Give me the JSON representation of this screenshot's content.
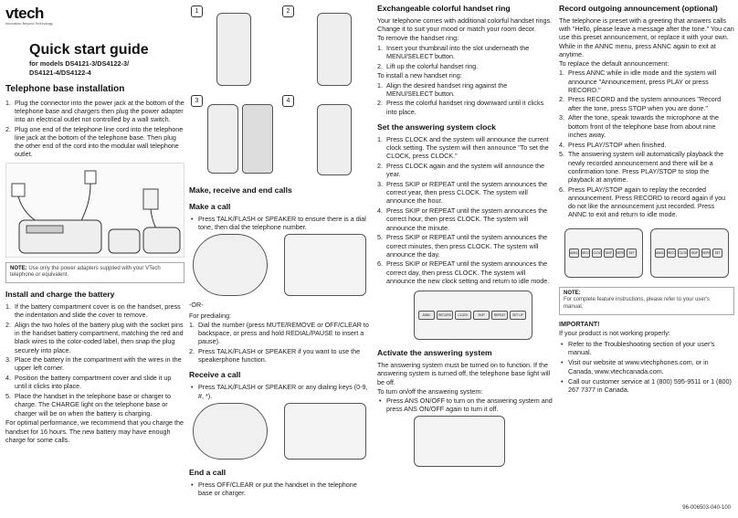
{
  "brand": {
    "logo": "vtech",
    "tagline": "Innovation Beyond Technology"
  },
  "col1": {
    "title": "Quick start guide",
    "models_line1": "for models DS4121-3/DS4122-3/",
    "models_line2": "DS4121-4/DS4122-4",
    "base_heading": "Telephone base installation",
    "base_steps": [
      "Plug the connector into the power jack at the bottom of the telephone base and chargers then plug the power adapter into an electrical outlet not controlled by a wall switch.",
      "Plug one end of the telephone line cord into the telephone line jack at the bottom of the telephone base. Then plug the other end of the cord into the modular wall telephone outlet."
    ],
    "note_label": "NOTE:",
    "note_text": "Use only the power adapters supplied with your VTech telephone or equivalent.",
    "battery_heading": "Install and charge the battery",
    "battery_steps": [
      "If the battery compartment cover is on the handset, press the indentation and slide the cover to remove.",
      "Align the two holes of the battery plug with the socket pins in the handset battery compartment, matching the red and black wires to the color-coded label, then snap the plug securely into place.",
      "Place the battery in the compartment with the wires in the upper left corner.",
      "Position the battery compartment cover and slide it up until it clicks into place.",
      "Place the handset in the telephone base or charger to charge. The CHARGE light on the telephone base or charger will be on when the battery is charging."
    ],
    "battery_footer": "For optimal performance, we recommend that you charge the handset for 16 hours. The new battery may have enough charge for some calls."
  },
  "col2": {
    "step_numbers": [
      "1",
      "2",
      "3",
      "4"
    ],
    "calls_heading": "Make, receive and end calls",
    "make_heading": "Make a call",
    "make_bullet": "Press TALK/FLASH or SPEAKER to ensure there is a dial tone, then dial the telephone number.",
    "or_text": "-OR-",
    "predial_label": "For predialing:",
    "predial_steps": [
      "Dial the number (press MUTE/REMOVE or OFF/CLEAR to backspace, or press and hold REDIAL/PAUSE to insert a pause).",
      "Press TALK/FLASH or SPEAKER if you want to use the speakerphone function."
    ],
    "receive_heading": "Receive a call",
    "receive_bullet": "Press TALK/FLASH or SPEAKER or any dialing keys (0-9, #, *).",
    "end_heading": "End a call",
    "end_bullet": "Press OFF/CLEAR or put the handset in the telephone base or charger."
  },
  "col3": {
    "ring_heading": "Exchangeable colorful handset ring",
    "ring_intro": "Your telephone comes with additional colorful handset rings. Change it to suit your mood or match your room decor.",
    "remove_label": "To remove the handset ring:",
    "remove_steps": [
      "Insert your thumbnail into the slot underneath the MENU/SELECT button.",
      "Lift up the colorful handset ring."
    ],
    "install_label": "To install a new handset ring:",
    "install_steps": [
      "Align the desired handset ring against the MENU/SELECT button.",
      "Press the colorful handset ring downward until it clicks into place."
    ],
    "clock_heading": "Set the answering system clock",
    "clock_steps": [
      "Press CLOCK and the system will announce the current clock setting. The system will then announce \"To set the CLOCK, press CLOCK.\"",
      "Press CLOCK again and the system will announce the year.",
      "Press SKIP or REPEAT until the system announces the correct year, then press CLOCK. The system will announce the hour.",
      "Press SKIP or REPEAT until the system announces the correct hour, then press CLOCK. The system will announce the minute.",
      "Press SKIP or REPEAT until the system announces the correct minutes, then press CLOCK. The system will announce the day.",
      "Press SKIP or REPEAT until the system announces the correct day, then press CLOCK. The system will announce the new clock setting and return to idle mode."
    ],
    "activate_heading": "Activate the answering system",
    "activate_intro": "The answering system must be turned on to function. If the answering system is turned off, the telephone base light will be off.",
    "activate_label": "To turn on/off the answering system:",
    "activate_bullet": "Press ANS ON/OFF to turn on the answering system and press ANS ON/OFF again to turn it off."
  },
  "col4": {
    "record_heading": "Record outgoing announcement (optional)",
    "record_intro": "The telephone is preset with a greeting that answers calls with \"Hello, please leave a message after the tone.\" You can use this preset announcement, or replace it with your own. While in the ANNC menu, press ANNC again to exit at anytime.",
    "replace_label": "To replace the default announcement:",
    "replace_steps": [
      "Press ANNC while in idle mode and the system will announce \"Announcement, press PLAY or press RECORD.\"",
      "Press RECORD and the system announces \"Record after the tone, press STOP when you are done.\"",
      "After the tone, speak towards the microphone at the bottom front of the telephone base from about nine inches away.",
      "Press PLAY/STOP when finished.",
      "The answering system will automatically playback the newly recorded announcement and there will be a confirmation tone. Press PLAY/STOP to stop the playback at anytime.",
      "Press PLAY/STOP again to replay the recorded announcement. Press RECORD to record again if you do not like the announcement just recorded. Press ANNC to exit and return to idle mode."
    ],
    "note_label": "NOTE:",
    "note_text": "For complete feature instructions, please refer to your user's manual.",
    "important_heading": "IMPORTANT!",
    "important_label": "If your product is not working properly:",
    "important_bullets": [
      "Refer to the Troubleshooting section of your user's manual.",
      "Visit our website at www.vtechphones.com, or in Canada, www.vtechcanada.com.",
      "Call our customer service at 1 (800) 595-9511 or 1 (800) 267 7377 in Canada."
    ],
    "part_number": "96-006503-040-100",
    "base_buttons": [
      "ANNC",
      "RECORD",
      "CLOCK",
      "SKIP",
      "REPEAT",
      "SET UP",
      "ANS ON/OFF"
    ]
  }
}
